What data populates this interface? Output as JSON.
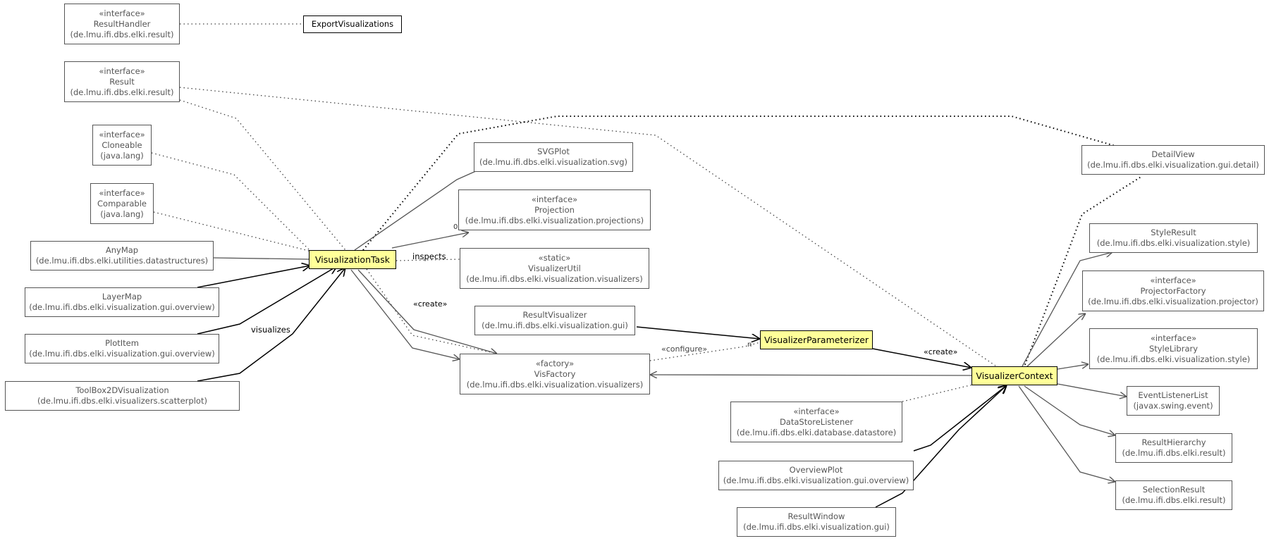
{
  "nodes": {
    "resulthandler": {
      "stereotype": "«interface»",
      "name": "ResultHandler",
      "pkg": "(de.lmu.ifi.dbs.elki.result)"
    },
    "exportvisualizations": {
      "name": "ExportVisualizations"
    },
    "result": {
      "stereotype": "«interface»",
      "name": "Result",
      "pkg": "(de.lmu.ifi.dbs.elki.result)"
    },
    "cloneable": {
      "stereotype": "«interface»",
      "name": "Cloneable",
      "pkg": "(java.lang)"
    },
    "comparable": {
      "stereotype": "«interface»",
      "name": "Comparable",
      "pkg": "(java.lang)"
    },
    "anymap": {
      "name": "AnyMap",
      "pkg": "(de.lmu.ifi.dbs.elki.utilities.datastructures)"
    },
    "layermap": {
      "name": "LayerMap",
      "pkg": "(de.lmu.ifi.dbs.elki.visualization.gui.overview)"
    },
    "plotitem": {
      "name": "PlotItem",
      "pkg": "(de.lmu.ifi.dbs.elki.visualization.gui.overview)"
    },
    "toolbox": {
      "name": "ToolBox2DVisualization",
      "pkg": "(de.lmu.ifi.dbs.elki.visualizers.scatterplot)"
    },
    "visualizationtask": {
      "name": "VisualizationTask"
    },
    "svgplot": {
      "name": "SVGPlot",
      "pkg": "(de.lmu.ifi.dbs.elki.visualization.svg)"
    },
    "projection": {
      "stereotype": "«interface»",
      "name": "Projection",
      "pkg": "(de.lmu.ifi.dbs.elki.visualization.projections)"
    },
    "visualizerutil": {
      "stereotype": "«static»",
      "name": "VisualizerUtil",
      "pkg": "(de.lmu.ifi.dbs.elki.visualization.visualizers)"
    },
    "resultvisualizer": {
      "name": "ResultVisualizer",
      "pkg": "(de.lmu.ifi.dbs.elki.visualization.gui)"
    },
    "visfactory": {
      "stereotype": "«factory»",
      "name": "VisFactory",
      "pkg": "(de.lmu.ifi.dbs.elki.visualization.visualizers)"
    },
    "visualizerparameterizer": {
      "name": "VisualizerParameterizer"
    },
    "visualizercontext": {
      "name": "VisualizerContext"
    },
    "datastorelistener": {
      "stereotype": "«interface»",
      "name": "DataStoreListener",
      "pkg": "(de.lmu.ifi.dbs.elki.database.datastore)"
    },
    "overviewplot": {
      "name": "OverviewPlot",
      "pkg": "(de.lmu.ifi.dbs.elki.visualization.gui.overview)"
    },
    "resultwindow": {
      "name": "ResultWindow",
      "pkg": "(de.lmu.ifi.dbs.elki.visualization.gui)"
    },
    "detailview": {
      "name": "DetailView",
      "pkg": "(de.lmu.ifi.dbs.elki.visualization.gui.detail)"
    },
    "styleresult": {
      "name": "StyleResult",
      "pkg": "(de.lmu.ifi.dbs.elki.visualization.style)"
    },
    "projectorfactory": {
      "stereotype": "«interface»",
      "name": "ProjectorFactory",
      "pkg": "(de.lmu.ifi.dbs.elki.visualization.projector)"
    },
    "stylelibrary": {
      "stereotype": "«interface»",
      "name": "StyleLibrary",
      "pkg": "(de.lmu.ifi.dbs.elki.visualization.style)"
    },
    "eventlistenerlist": {
      "name": "EventListenerList",
      "pkg": "(javax.swing.event)"
    },
    "resulthierarchy": {
      "name": "ResultHierarchy",
      "pkg": "(de.lmu.ifi.dbs.elki.result)"
    },
    "selectionresult": {
      "name": "SelectionResult",
      "pkg": "(de.lmu.ifi.dbs.elki.result)"
    }
  },
  "edge_labels": {
    "inspects": "inspects",
    "create1": "«create»",
    "visualizes": "visualizes",
    "configure": "«configure»",
    "create2": "«create»",
    "mult_projection": "0",
    "mult_param": "n"
  },
  "colors": {
    "highlight_fill": "#ffff99",
    "border": "#000000",
    "edge_gray": "#555555"
  }
}
